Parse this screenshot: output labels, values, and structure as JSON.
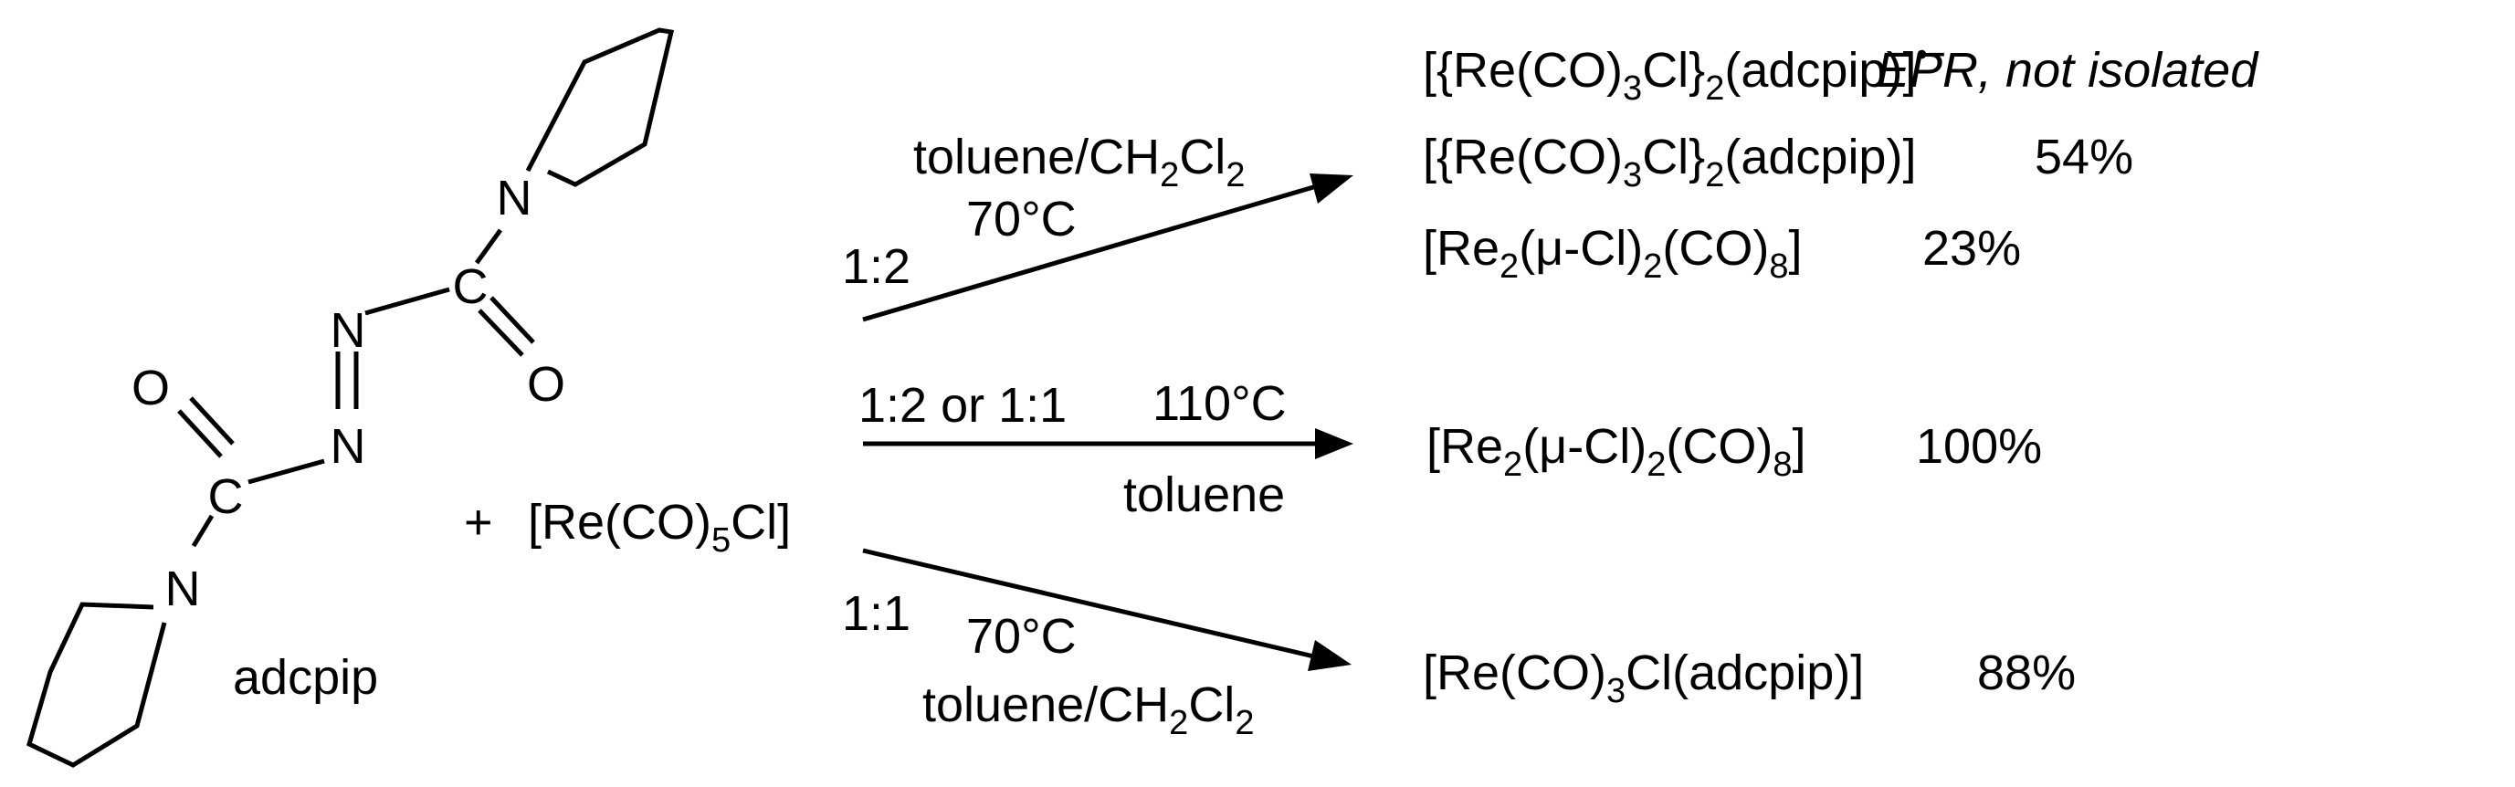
{
  "reactant": {
    "atoms": {
      "n_top": "N",
      "c_top": "C",
      "o_top": "O",
      "n_azo_top": "N",
      "n_azo_bottom": "N",
      "o_bottom": "O",
      "c_bottom": "C",
      "n_bottom": "N"
    },
    "ligand_name": "adcpip",
    "plus": "+",
    "reagent_formula": {
      "a": "[Re(CO)",
      "b": "5",
      "c": "Cl]"
    }
  },
  "routes": {
    "top": {
      "solvent": {
        "a": "toluene/CH",
        "b": "2",
        "c": "Cl",
        "d": "2"
      },
      "temperature": "70°C",
      "ratio": "1:2"
    },
    "middle": {
      "ratio": "1:2 or 1:1",
      "temperature": "110°C",
      "solvent": "toluene"
    },
    "bottom": {
      "ratio": "1:1",
      "temperature": "70°C",
      "solvent": {
        "a": "toluene/CH",
        "b": "2",
        "c": "Cl",
        "d": "2"
      }
    }
  },
  "products": {
    "radical_anion": {
      "a": "[{Re(CO)",
      "b": "3",
      "c": "Cl}",
      "d": "2",
      "e": "(adcpip)]",
      "sup": "•−",
      "note": "EPR, not isolated"
    },
    "dinuclear_complex": {
      "a": "[{Re(CO)",
      "b": "3",
      "c": "Cl}",
      "d": "2",
      "e": "(adcpip)]",
      "yield": "54%"
    },
    "dimer_top": {
      "a": "[Re",
      "b": "2",
      "c": "(μ-Cl)",
      "d": "2",
      "e": "(CO)",
      "f": "8",
      "g": "]",
      "yield": "23%"
    },
    "dimer_middle": {
      "a": "[Re",
      "b": "2",
      "c": "(μ-Cl)",
      "d": "2",
      "e": "(CO)",
      "f": "8",
      "g": "]",
      "yield": "100%"
    },
    "mononuclear_complex": {
      "a": "[Re(CO)",
      "b": "3",
      "c": "Cl(adcpip)]",
      "yield": "88%"
    }
  }
}
